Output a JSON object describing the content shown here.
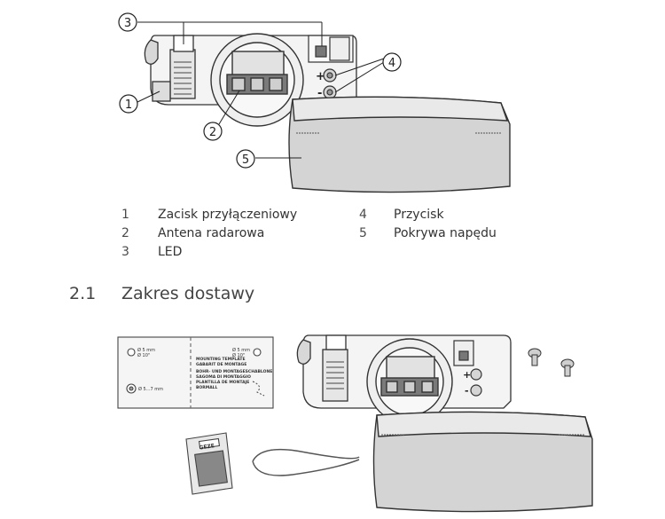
{
  "callouts": [
    "1",
    "2",
    "3",
    "4",
    "5"
  ],
  "legend": [
    {
      "num": "1",
      "label": "Zacisk przyłączeniowy"
    },
    {
      "num": "2",
      "label": "Antena radarowa"
    },
    {
      "num": "3",
      "label": "LED"
    },
    {
      "num": "4",
      "label": "Przycisk"
    },
    {
      "num": "5",
      "label": "Pokrywa napędu"
    }
  ],
  "section": {
    "number": "2.1",
    "title": "Zakres dostawy"
  },
  "drive_buttons": {
    "plus": "+",
    "minus": "-"
  },
  "template_card": {
    "hole_label_left": "Ø 5 mm\nØ 10\"",
    "hole_label_right": "Ø 5 mm\nØ 10\"",
    "hole_label_bottom": "Ø 5...7 mm",
    "lines": [
      "MOUNTING TEMPLATE",
      "GABARIT DE MONTAGE",
      "BOHR- UND MONTAGESCHABLONE",
      "SAGOMA DI MONTAGGIO",
      "PLANTILLA DE MONTAJE",
      "BORMALL"
    ]
  },
  "booklet_brand": "GEZE"
}
